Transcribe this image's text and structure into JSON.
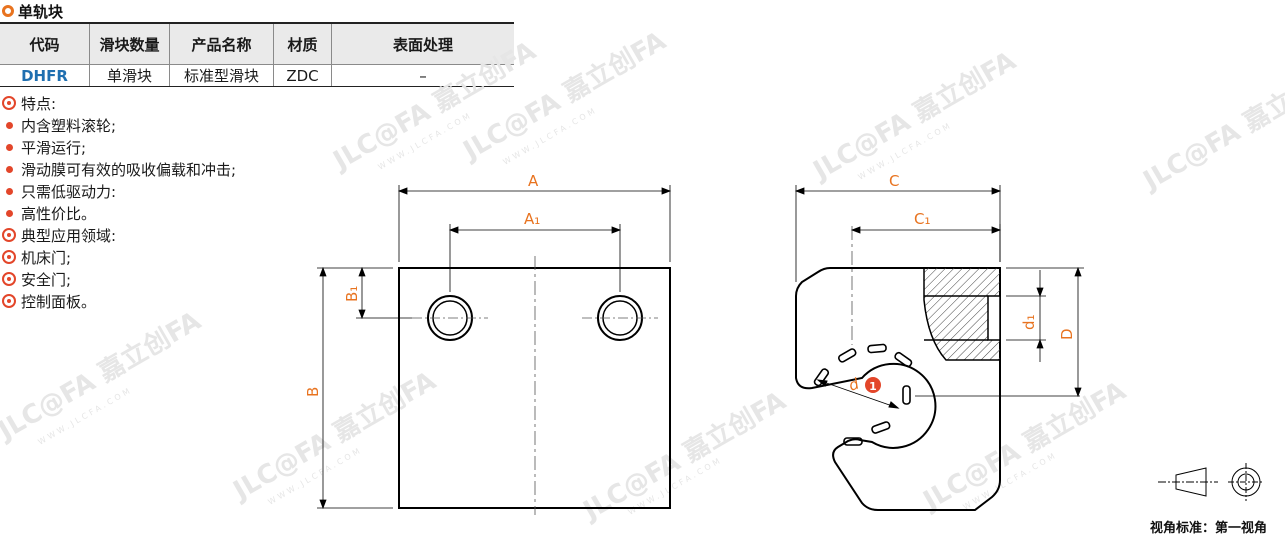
{
  "section_title": "单轨块",
  "table": {
    "headers": [
      "代码",
      "滑块数量",
      "产品名称",
      "材质",
      "表面处理"
    ],
    "row": [
      "DHFR",
      "单滑块",
      "标准型滑块",
      "ZDC",
      "–"
    ]
  },
  "features": {
    "title": "特点:",
    "items": [
      "内含塑料滚轮;",
      "平滑运行;",
      "滑动膜可有效的吸收偏载和冲击;",
      "只需低驱动力:",
      "高性价比。"
    ]
  },
  "applications": {
    "title": "典型应用领域:",
    "items": [
      "机床门;",
      "安全门;",
      "控制面板。"
    ]
  },
  "dimensions": {
    "A": "A",
    "A1": "A₁",
    "B": "B",
    "B1": "B₁",
    "C": "C",
    "C1": "C₁",
    "D": "D",
    "d1": "d₁",
    "d": "d"
  },
  "callout_number": "1",
  "view_standard": "视角标准：第一视角",
  "watermark": {
    "brand": "JLC@FA 嘉立创FA",
    "url": "WWW.JLCFA.COM"
  },
  "colors": {
    "accent": "#e8731f",
    "bullet": "#e3462a",
    "code": "#1f6fb0"
  }
}
